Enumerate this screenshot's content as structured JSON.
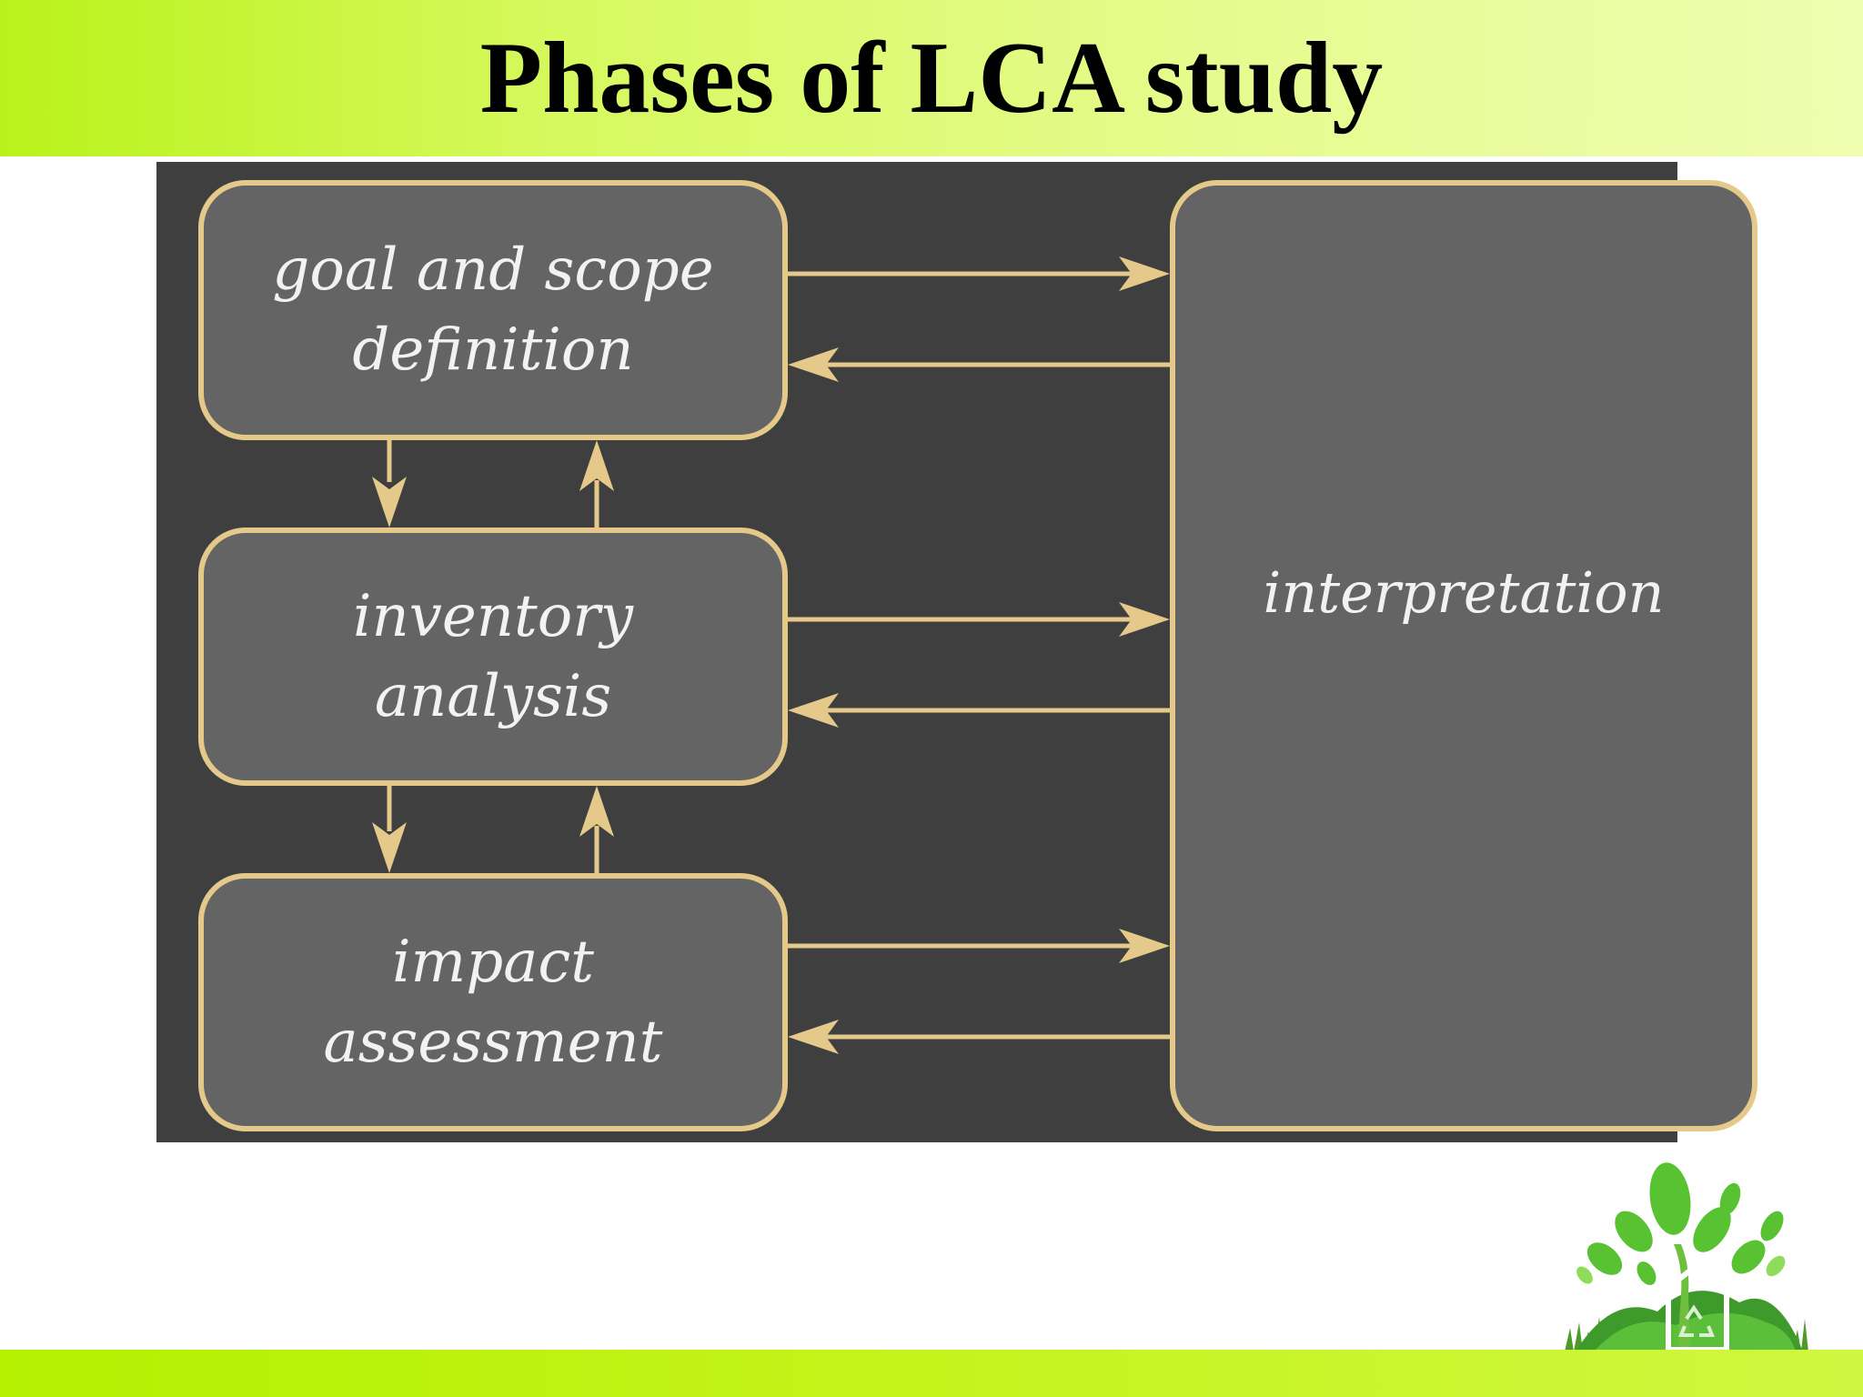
{
  "slide": {
    "title": "Phases of LCA study"
  },
  "diagram": {
    "phases": [
      {
        "id": "goal",
        "lines": [
          "goal and scope",
          "definition"
        ]
      },
      {
        "id": "inventory",
        "lines": [
          "inventory",
          "analysis"
        ]
      },
      {
        "id": "impact",
        "lines": [
          "impact",
          "assessment"
        ]
      }
    ],
    "interpretation": {
      "label": "interpretation"
    },
    "colors": {
      "background": "#3f3f3f",
      "box_fill": "#646464",
      "box_border": "#e4c98a",
      "arrow": "#e4c98a",
      "text": "#f2f2f2"
    }
  },
  "logo": {
    "icon": "eco-house-recycle-icon"
  }
}
